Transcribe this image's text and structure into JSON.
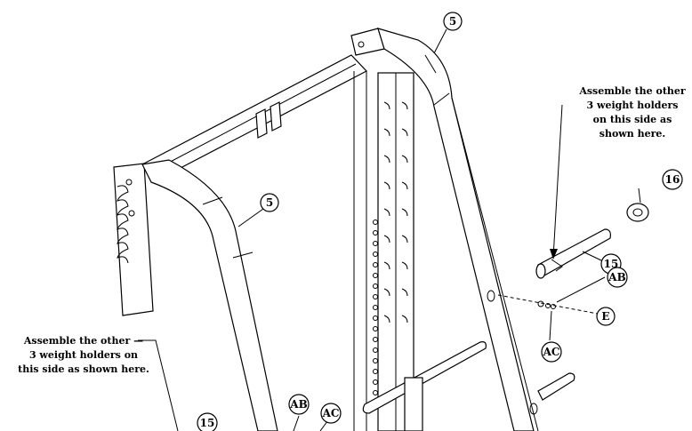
{
  "notes": {
    "right": "Assemble the other\n3 weight holders\non this side as\nshown here.",
    "left": "Assemble the other —\n3 weight holders on\nthis side as shown here."
  },
  "callouts": {
    "frame_top": "5",
    "frame_left": "5",
    "weight_holder_right": "15",
    "weight_holder_left": "15",
    "bumper": "16",
    "washer_right": "AB",
    "washer_left": "AB",
    "nut_right": "AC",
    "nut_left": "AC",
    "bolt": "E"
  }
}
